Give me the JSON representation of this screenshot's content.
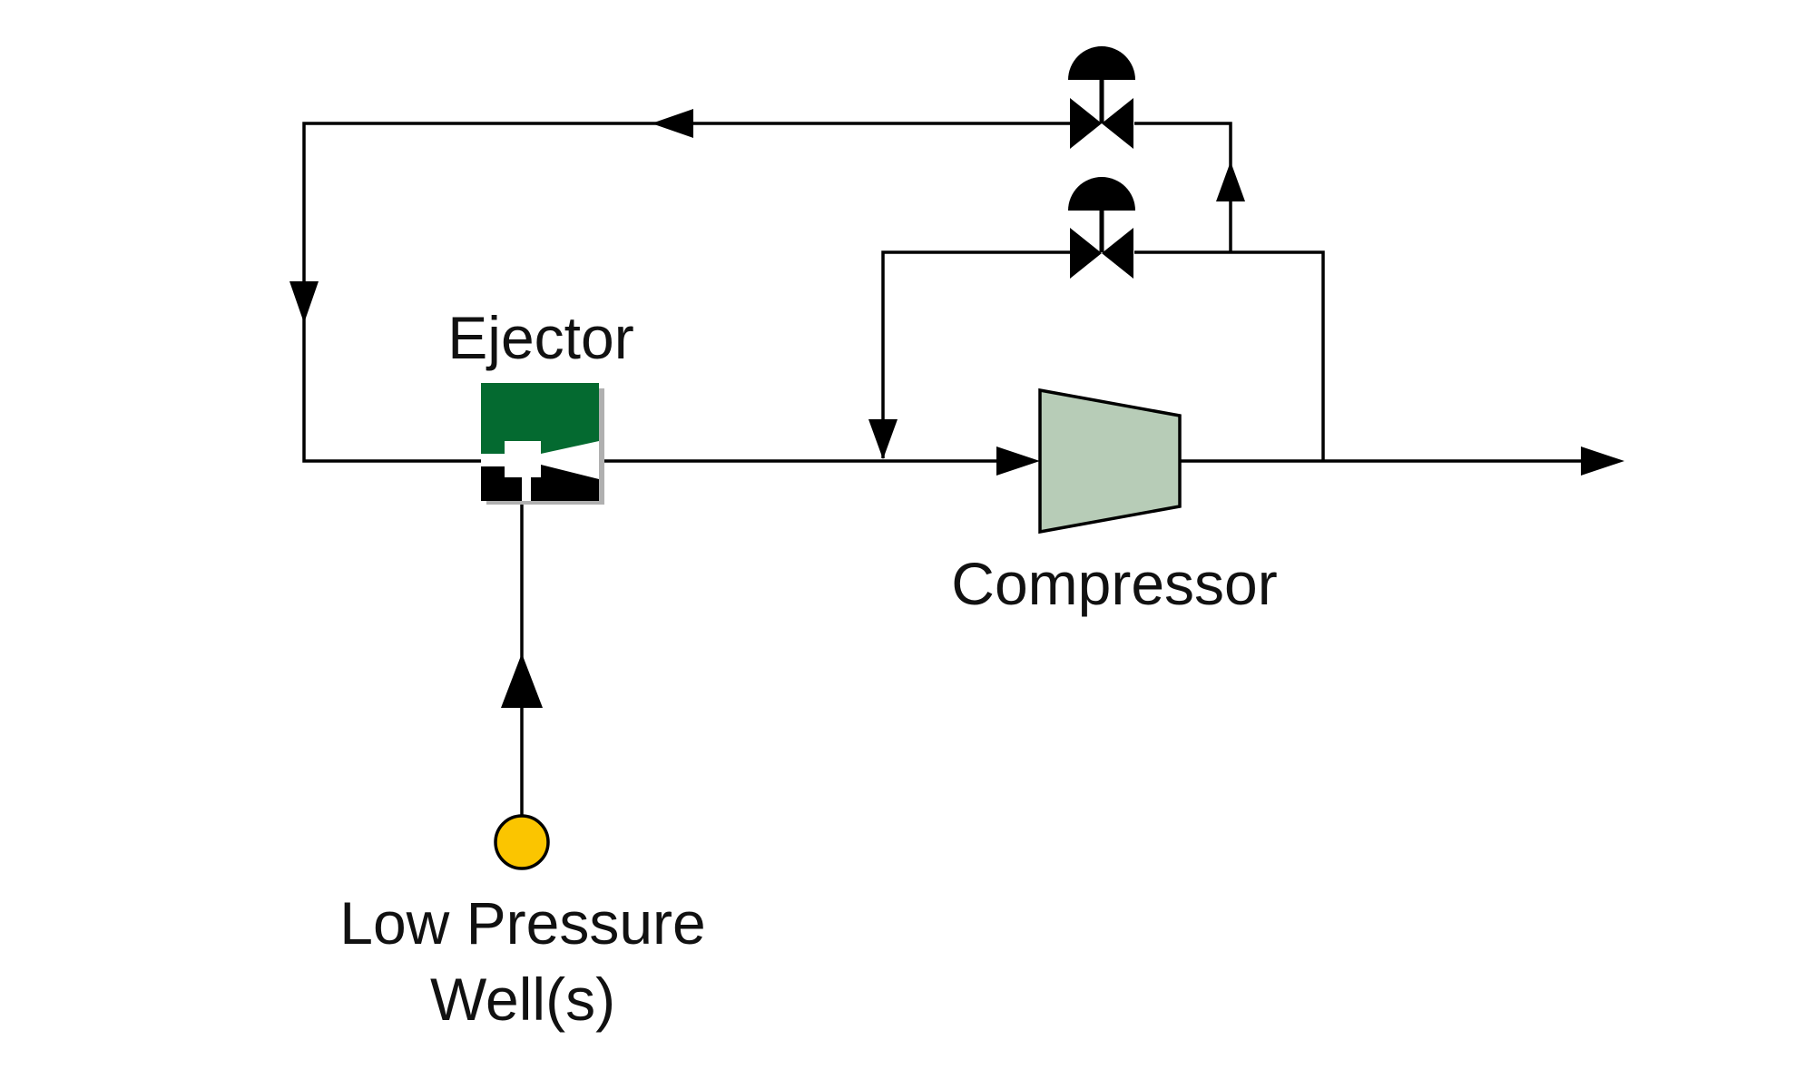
{
  "labels": {
    "ejector": "Ejector",
    "compressor": "Compressor",
    "source_line1": "Low Pressure",
    "source_line2": "Well(s)"
  },
  "colors": {
    "ejector_green": "#046a30",
    "compressor_fill": "#b7ccb7",
    "source_fill": "#fbc500",
    "line": "#000000",
    "shadow": "#b0b0b0"
  }
}
